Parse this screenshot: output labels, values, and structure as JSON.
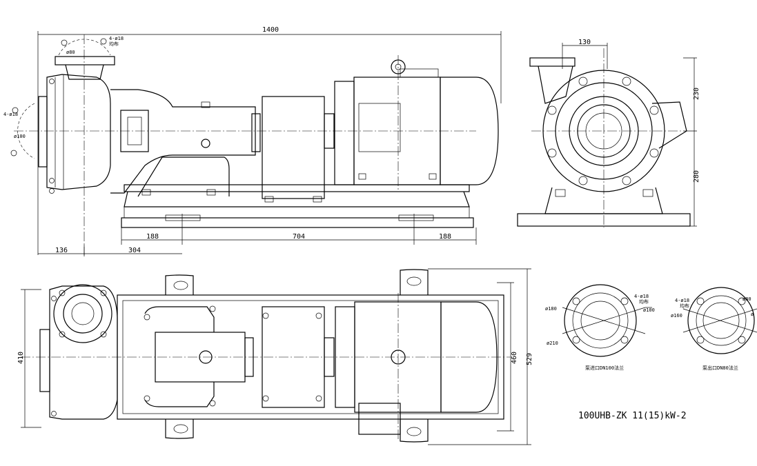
{
  "drawing": {
    "title": "100UHB-ZK 11(15)kW-2",
    "front_view": {
      "dims": {
        "overall_length": "1400",
        "pump_offset": "136",
        "shaft_to_base": "304",
        "base_left": "188",
        "base_mid": "704",
        "base_right": "188"
      },
      "callouts": {
        "top_holes": "4-ø18",
        "top_holes_note": "均布",
        "top_flange_dia": "ø80",
        "side_holes": "4-ø18",
        "side_flange_dia": "ø100"
      }
    },
    "side_view": {
      "dims": {
        "outlet_offset": "130",
        "upper_height": "230",
        "lower_height": "280"
      }
    },
    "top_view": {
      "dims": {
        "pump_width": "410",
        "base_inner_width": "460",
        "base_outer_width": "529"
      }
    },
    "inlet_flange": {
      "caption": "泵进口DN100法兰",
      "holes": "4-ø18",
      "holes_note": "均布",
      "bolt_circle": "ø180",
      "bore": "ø100",
      "outer": "ø210"
    },
    "outlet_flange": {
      "caption": "泵出口DN80法兰",
      "holes": "4-ø18",
      "holes_note": "均布",
      "bore": "ø80",
      "bolt_circle": "ø160",
      "outer": "ø"
    }
  }
}
